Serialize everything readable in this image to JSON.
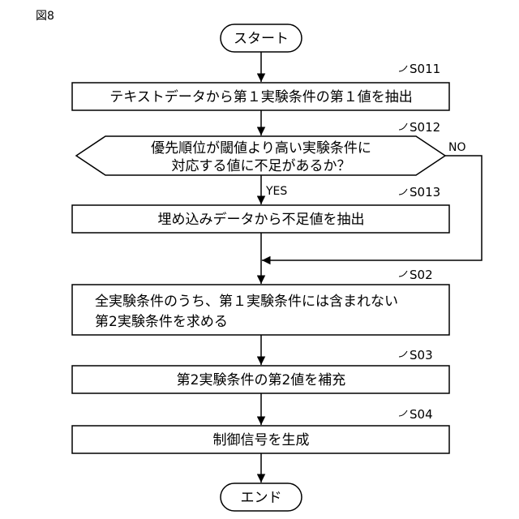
{
  "figure_label": "図8",
  "start": {
    "label": "スタート"
  },
  "end": {
    "label": "エンド"
  },
  "steps": {
    "s011": {
      "id": "S011",
      "label": "テキストデータから第１実験条件の第１値を抽出"
    },
    "s012": {
      "id": "S012",
      "line1": "優先順位が閾値より高い実験条件に",
      "line2": "対応する値に不足があるか？"
    },
    "s013": {
      "id": "S013",
      "label": "埋め込みデータから不足値を抽出"
    },
    "s02": {
      "id": "S02",
      "line1": "全実験条件のうち、第１実験条件には含まれない",
      "line2": "第2実験条件を求める"
    },
    "s03": {
      "id": "S03",
      "label": "第2実験条件の第2値を補充"
    },
    "s04": {
      "id": "S04",
      "label": "制御信号を生成"
    }
  },
  "branches": {
    "yes": "YES",
    "no": "NO"
  }
}
